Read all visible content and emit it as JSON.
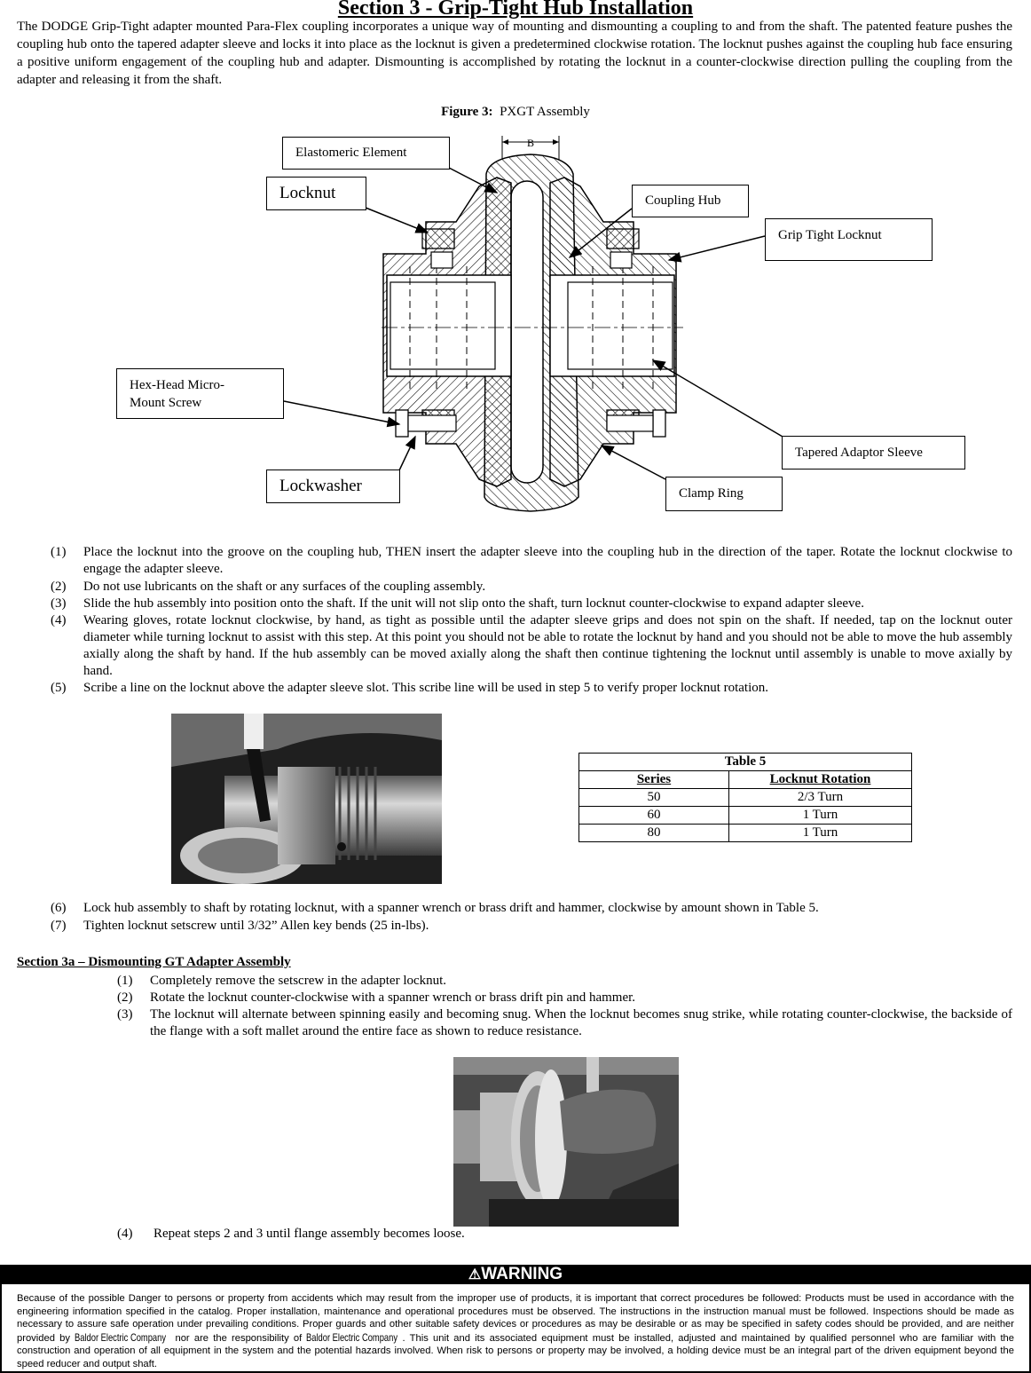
{
  "title": "Section 3 - Grip-Tight Hub Installation",
  "intro": "The DODGE Grip-Tight adapter mounted Para-Flex coupling incorporates a unique way of mounting and dismounting a coupling to and from the shaft. The patented feature pushes the coupling hub onto the tapered adapter sleeve and locks it into place as the locknut is given a predetermined clockwise rotation. The locknut pushes against the coupling hub face ensuring a positive uniform engagement of the coupling hub and adapter. Dismounting is accomplished by rotating the locknut in a counter-clockwise direction pulling the coupling from the adapter and releasing it from the shaft.",
  "figure": {
    "label": "Figure 3:",
    "caption": "PXGT Assembly",
    "dimension_label": "B",
    "callouts": {
      "elastomeric": "Elastomeric Element",
      "locknut": "Locknut",
      "coupling_hub": "Coupling Hub",
      "grip_tight_locknut": "Grip Tight Locknut",
      "hex_head_line1": "Hex-Head Micro-",
      "hex_head_line2": "Mount Screw",
      "tapered_sleeve": "Tapered Adaptor Sleeve",
      "lockwasher": "Lockwasher",
      "clamp_ring": "Clamp Ring"
    }
  },
  "steps_a": [
    {
      "num": "(1)",
      "text": "Place the locknut into the groove on the coupling hub, THEN insert the adapter sleeve into the coupling hub in the direction of the taper. Rotate the locknut clockwise to engage the adapter sleeve."
    },
    {
      "num": "(2)",
      "text": "Do not use lubricants on the shaft or any surfaces of the coupling assembly."
    },
    {
      "num": "(3)",
      "text": "Slide the hub assembly into position onto the shaft. If the unit will not slip onto the shaft, turn locknut counter-clockwise to expand adapter sleeve."
    },
    {
      "num": "(4)",
      "text": "Wearing gloves, rotate locknut clockwise, by hand, as tight as possible until the adapter sleeve grips and does not spin on the shaft. If needed, tap on the locknut outer diameter while turning locknut to assist with this step. At this point you should not be able to rotate the locknut by hand and you should not be able to move the hub assembly axially along the shaft by hand. If the hub assembly can be moved axially along the shaft then continue tightening the locknut until assembly is unable to move axially by hand."
    },
    {
      "num": "(5)",
      "text": "Scribe a line on the locknut above the adapter sleeve slot. This scribe line will be used in step 5 to verify proper locknut rotation."
    }
  ],
  "table5": {
    "title": "Table 5",
    "headers": [
      "Series",
      "Locknut Rotation"
    ],
    "rows": [
      [
        "50",
        "2/3 Turn"
      ],
      [
        "60",
        "1 Turn"
      ],
      [
        "80",
        "1 Turn"
      ]
    ]
  },
  "steps_b": [
    {
      "num": "(6)",
      "text": "Lock hub assembly to shaft by rotating locknut, with a spanner wrench or brass drift and hammer, clockwise by amount shown in Table 5."
    },
    {
      "num": "(7)",
      "text": "Tighten locknut setscrew until 3/32” Allen key bends (25 in-lbs)."
    }
  ],
  "section3a": {
    "heading": "Section 3a – Dismounting GT Adapter Assembly",
    "steps": [
      {
        "num": "(1)",
        "text": "Completely remove the setscrew in the adapter locknut."
      },
      {
        "num": "(2)",
        "text": "Rotate the locknut counter-clockwise with a spanner wrench or brass drift pin and hammer."
      },
      {
        "num": "(3)",
        "text": "The locknut will alternate between spinning easily and becoming snug.  When the locknut becomes snug strike, while rotating counter-clockwise, the backside of the flange with a soft mallet around the entire face as shown to reduce resistance."
      },
      {
        "num": "(4)",
        "text": "Repeat steps 2 and 3 until flange assembly becomes loose."
      }
    ]
  },
  "warning": {
    "heading": "WARNING",
    "text_part1": "Because of the possible Danger to persons or property from accidents which may result from the improper use of products, it is important that correct procedures be followed: Products must be used in accordance with the engineering information specified in the catalog.  Proper installation, maintenance and operational procedures must be observed.  The instructions in the instruction manual must be followed.  Inspections should be made as necessary to assure safe operation under prevailing conditions.  Proper guards and other suitable safety devices or procedures as may be desirable or as may be specified in safety codes should be provided, and are neither provided by",
    "company1": "Baldor Electric Company",
    "text_part2": " nor are the responsibility of",
    "company2": "Baldor Electric Company",
    "text_part3": ". This unit and its associated equipment must be installed, adjusted and maintained by qualified personnel who are familiar with the construction and operation of all equipment in the system and the potential hazards involved. When risk to persons or property may be involved, a holding device must be an integral part of the driven equipment beyond the speed reducer and output shaft."
  }
}
